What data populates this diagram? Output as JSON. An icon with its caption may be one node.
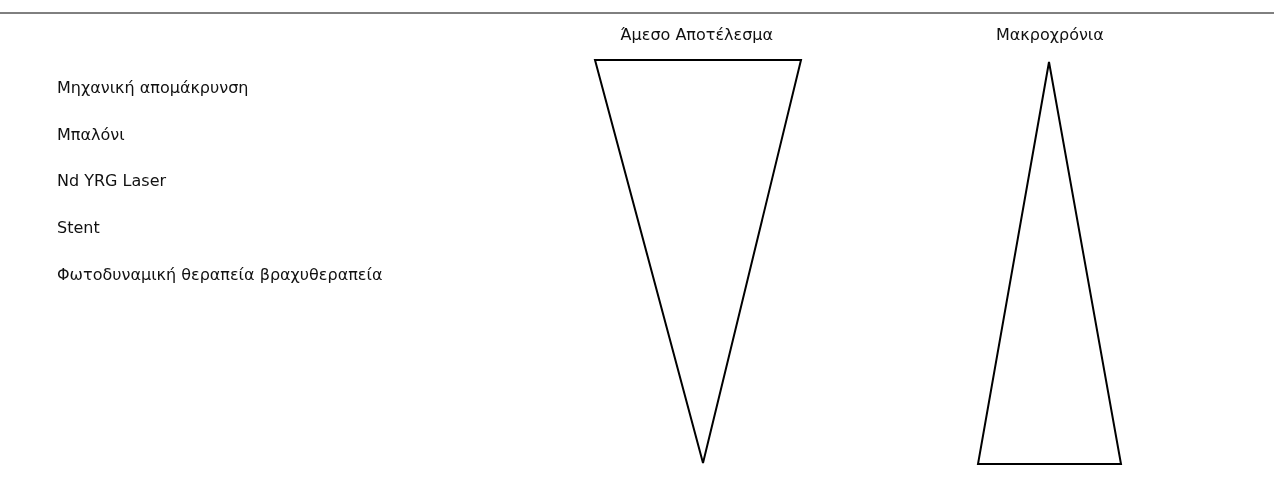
{
  "diagram": {
    "nodes": [
      {
        "text": [],
        "shape": "triangle"
      },
      {
        "text": [],
        "shape": "triangle"
      }
    ],
    "labels": [
      "Άμεσο Αποτέλεσμα",
      "Μακροχρόνια",
      "Μηχανική απομάκρυνση",
      "Μπαλόνι",
      "Nd YRG Laser",
      "Stent",
      "Φωτοδυναμική θεραπεία βραχυθεραπεία"
    ]
  }
}
